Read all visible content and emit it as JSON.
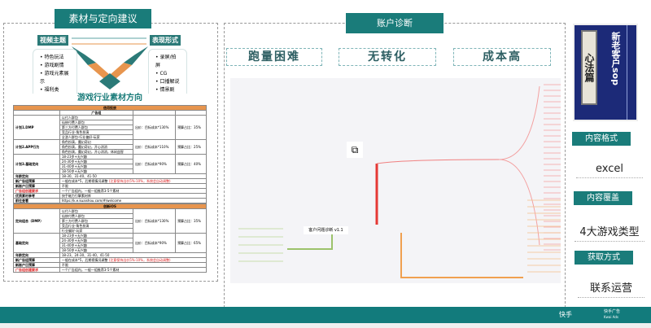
{
  "left": {
    "title": "素材与定向建议",
    "video_theme": "视频主题",
    "expression": "表现形式",
    "themes": [
      "特色玩法",
      "游戏剧情",
      "游戏元素展示",
      "福利类"
    ],
    "forms": [
      "录屏/拍屏",
      "CG",
      "口播解说",
      "情景剧"
    ],
    "table_title": "游戏行业素材方向",
    "table1": {
      "header": "信用投放",
      "sub": "广告组",
      "rows": [
        {
          "name": "计划1.DMP",
          "items": [
            "以付人群包",
            "仙侠付费人群包",
            "第三方付费人群包",
            "竞品行业-角色扮演",
            "全游人群包-行业偏好-玩家"
          ],
          "bid": "出价：目标成本*130%",
          "budget": "预算占比：35%"
        },
        {
          "name": "计划2.APP行为",
          "items": [
            "角色扮演，魔幻奇幻",
            "角色扮演，魔幻奇幻，开心消消",
            "角色扮演，魔幻奇幻，开心消消，休闲益智"
          ],
          "bid": "出价：目标成本*110%",
          "budget": "预算占比：25%"
        },
        {
          "name": "计划3.基础定向",
          "items": [
            "18-23岁+无兴趣",
            "24-30岁+无兴趣",
            "31-40岁+无兴趣",
            "18-50岁+无兴趣"
          ],
          "bid": "出价：目标成本*90%",
          "budget": "预算占比：40%"
        }
      ],
      "extra": [
        [
          "年龄定向",
          "18-30、31-40、41-50"
        ],
        [
          "新广告组预算",
          "一般在成本*5，后期视情况调整"
        ],
        [
          "新账户日预算",
          "不限"
        ],
        [
          "广告组创建要求",
          "一个广告组内，一般一组推荐3-5个素材"
        ],
        [
          "优质素材参考",
          "快手磁力引擎素材库"
        ],
        [
          "前往查看",
          "https://k.e.kuaishou.com/#/welcome"
        ]
      ],
      "extra_red": "(注意保持出价5%-10%，系统会自动调整)"
    },
    "table2": {
      "header": "创新iOS",
      "rows": [
        {
          "name": "定向组合（DMP）",
          "items": [
            "以付人群包",
            "仙侠付费人群包",
            "第三方付费人群包",
            "竞品行业-角色扮演",
            "行业偏好-玩家"
          ],
          "bid": "出价：目标成本*130%",
          "budget": "预算占比：35%"
        },
        {
          "name": "基础定向",
          "items": [
            "18-23岁+无兴趣",
            "24-30岁+无兴趣",
            "31-40岁+无兴趣",
            "18-50岁+无兴趣"
          ],
          "bid": "出价：目标成本*90%",
          "budget": "预算占比：65%"
        }
      ],
      "extra": [
        [
          "年龄定向",
          "18-23、24-30、31-40、41-50"
        ],
        [
          "新广告组预算",
          "一般在成本*5，后期视情况调整"
        ],
        [
          "新账户日预算",
          "不限"
        ],
        [
          "广告组创建要求",
          "一个广告组内，一般一组推荐3-5个素材"
        ]
      ],
      "extra_red": "(注意保持出价5%-10%，系统会自动调整)"
    }
  },
  "middle": {
    "title": "账户诊断",
    "problems": [
      "跑量困难",
      "无转化",
      "成本高"
    ],
    "center_node": "客户问题诊断 v1.1"
  },
  "right": {
    "book_title": "新老客户sop",
    "book_label": "心法篇",
    "items": [
      {
        "label": "内容格式",
        "value": "excel"
      },
      {
        "label": "内容覆盖",
        "value": "4大游戏类型"
      },
      {
        "label": "获取方式",
        "value": "联系运营"
      }
    ]
  },
  "footer": {
    "brand": "快手",
    "sub_brand": "快手广告",
    "sub_brand_en": "Kwai Ads"
  },
  "colors": {
    "teal": "#1a7c7a",
    "orange": "#e7954e",
    "red": "#e53935"
  }
}
